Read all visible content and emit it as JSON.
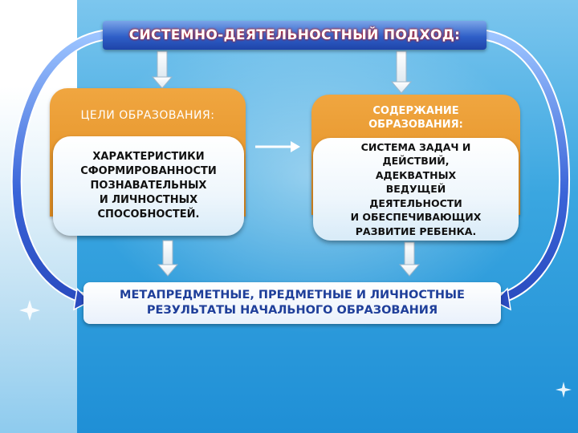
{
  "title": "СИСТЕМНО-ДЕЯТЕЛЬНОСТНЫЙ ПОДХОД:",
  "left_block": {
    "header": "ЦЕЛИ ОБРАЗОВАНИЯ:",
    "lines": [
      "ХАРАКТЕРИСТИКИ",
      "СФОРМИРОВАННОСТИ",
      "ПОЗНАВАТЕЛЬНЫХ",
      "И ЛИЧНОСТНЫХ",
      "СПОСОБНОСТЕЙ."
    ]
  },
  "right_block": {
    "header_lines": [
      "СОДЕРЖАНИЕ",
      "ОБРАЗОВАНИЯ:"
    ],
    "lines": [
      "СИСТЕМА ЗАДАЧ И",
      "ДЕЙСТВИЙ,",
      "АДЕКВАТНЫХ",
      "ВЕДУЩЕЙ",
      "ДЕЯТЕЛЬНОСТИ",
      "И ОБЕСПЕЧИВАЮЩИХ",
      "РАЗВИТИЕ РЕБЕНКА."
    ]
  },
  "result": {
    "lines": [
      "МЕТАПРЕДМЕТНЫЕ, ПРЕДМЕТНЫЕ И ЛИЧНОСТНЫЕ",
      "РЕЗУЛЬТАТЫ НАЧАЛЬНОГО ОБРАЗОВАНИЯ"
    ]
  },
  "colors": {
    "tab_orange": "#e89a30",
    "title_blue": "#2f5fc8",
    "result_text": "#1f3f9a"
  }
}
